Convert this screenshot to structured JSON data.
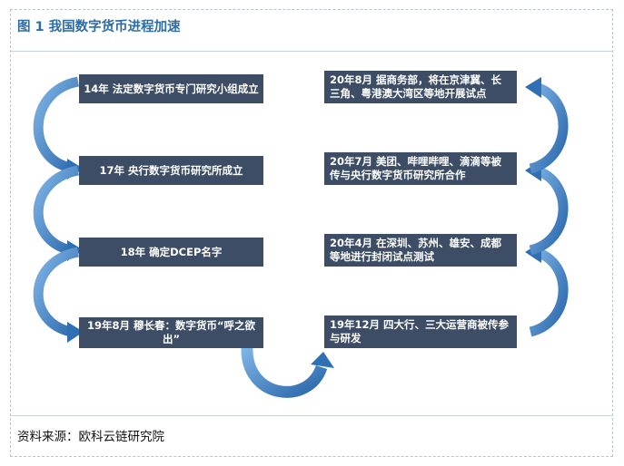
{
  "title": "图 1  我国数字货币进程加速",
  "source": "资料来源：欧科云链研究院",
  "left_steps": [
    "14年 法定数字货币专门研究小组成立",
    "17年 央行数字货币研究所成立",
    "18年 确定DCEP名字",
    "19年8月 穆长春：数字货币“呼之欲出”"
  ],
  "right_steps": [
    "20年8月 据商务部，将在京津冀、长三角、粤港澳大湾区等地开展试点",
    "20年7月 美团、哔哩哔哩、滴滴等被传与央行数字货币研究所合作",
    "20年4月 在深圳、苏州、雄安、成都等地进行封闭试点测试",
    "19年12月 四大行、三大运营商被传参与研发"
  ],
  "colors": {
    "box": "#3c4d65",
    "arrow": "#2f6fb3",
    "title": "#2e6da4"
  }
}
